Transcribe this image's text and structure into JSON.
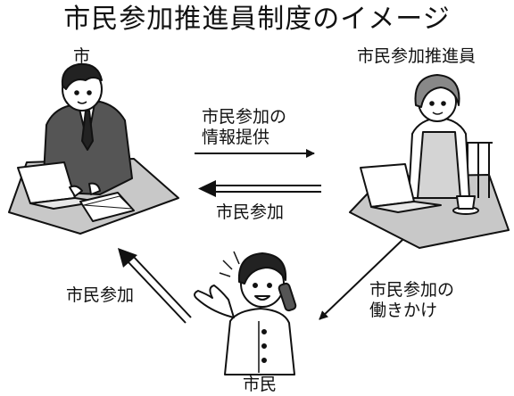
{
  "diagram": {
    "title": "市民参加推進員制度のイメージ",
    "actors": {
      "city": "市",
      "promoter": "市民参加推進員",
      "citizen": "市民"
    },
    "flows": {
      "info_line1": "市民参加の",
      "info_line2": "情報提供",
      "participation_top": "市民参加",
      "participation_left": "市民参加",
      "outreach_line1": "市民参加の",
      "outreach_line2": "働きかけ"
    },
    "colors": {
      "ink": "#111111",
      "desk": "#c8c8c8",
      "paper": "#ffffff"
    }
  }
}
